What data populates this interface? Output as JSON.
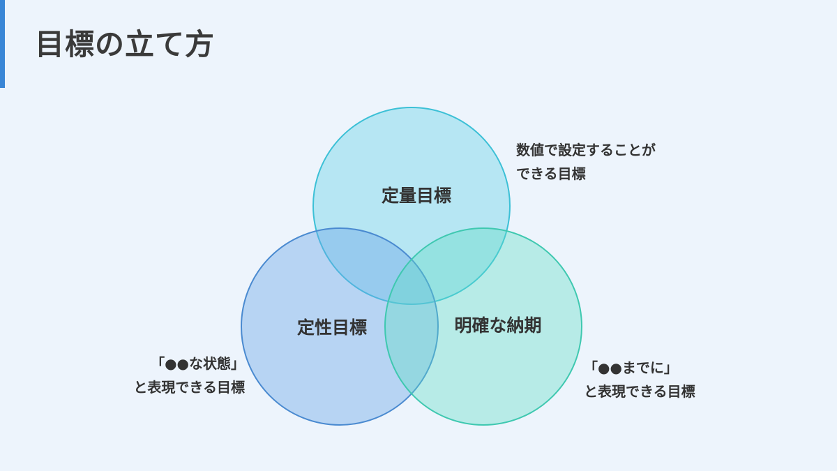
{
  "title": "目標の立て方",
  "colors": {
    "accent": "#3a86d6",
    "background": "#edf4fc",
    "quantitative": "#5ccfe6",
    "qualitative": "#6ea8e8",
    "deadline": "#5fdcc6"
  },
  "venn": {
    "top": {
      "label": "定量目標"
    },
    "left": {
      "label": "定性目標"
    },
    "right": {
      "label": "明確な納期"
    }
  },
  "notes": {
    "top": {
      "line1": "数値で設定することが",
      "line2": "できる目標"
    },
    "left": {
      "line1": "「●●な状態」",
      "line2": "と表現できる目標"
    },
    "right": {
      "line1": "「●●までに」",
      "line2": "と表現できる目標"
    }
  }
}
